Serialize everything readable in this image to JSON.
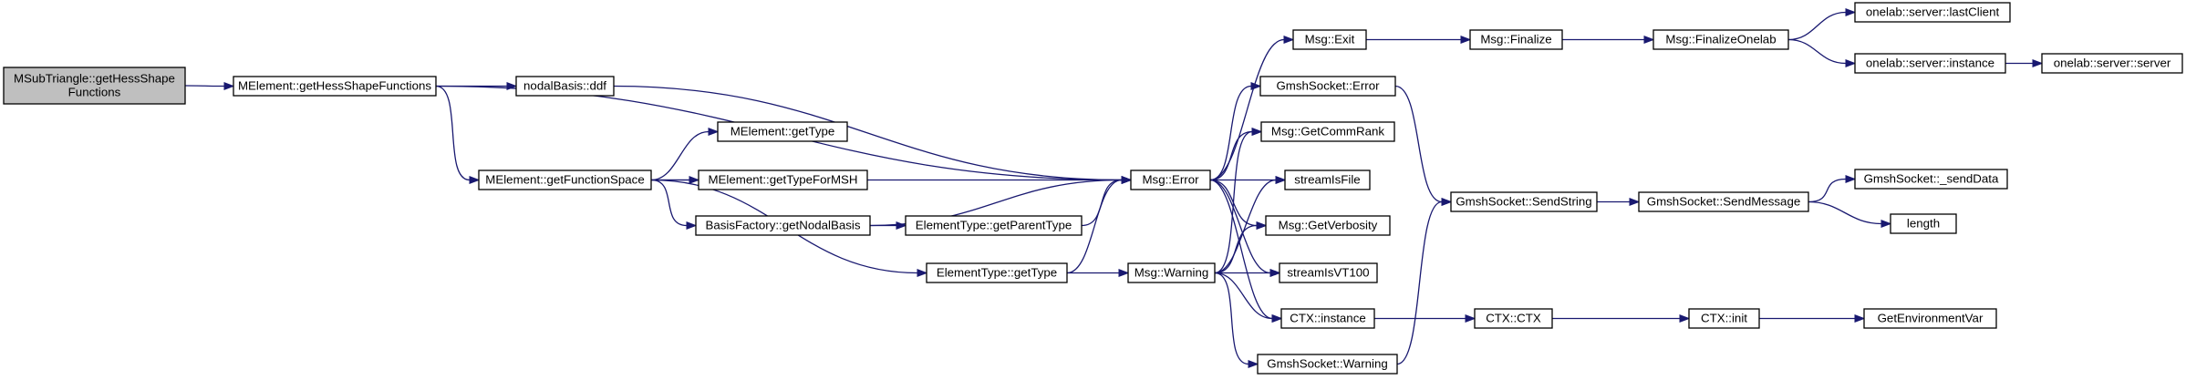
{
  "graph": {
    "colors": {
      "edge": "#191970",
      "node_fill": "#ffffff",
      "root_fill": "#bfbfbf",
      "border": "#000000"
    },
    "nodes": [
      {
        "id": "root",
        "lines": [
          "MSubTriangle::getHessShape",
          "Functions"
        ]
      },
      {
        "id": "melem_hess",
        "lines": [
          "MElement::getHessShapeFunctions"
        ]
      },
      {
        "id": "nodal_ddf",
        "lines": [
          "nodalBasis::ddf"
        ]
      },
      {
        "id": "melem_funcspace",
        "lines": [
          "MElement::getFunctionSpace"
        ]
      },
      {
        "id": "melem_gettype",
        "lines": [
          "MElement::getType"
        ]
      },
      {
        "id": "melem_gettypeformsh",
        "lines": [
          "MElement::getTypeForMSH"
        ]
      },
      {
        "id": "basis_getnodal",
        "lines": [
          "BasisFactory::getNodalBasis"
        ]
      },
      {
        "id": "elemtype_parent",
        "lines": [
          "ElementType::getParentType"
        ]
      },
      {
        "id": "elemtype_gettype",
        "lines": [
          "ElementType::getType"
        ]
      },
      {
        "id": "msg_error",
        "lines": [
          "Msg::Error"
        ]
      },
      {
        "id": "msg_warning",
        "lines": [
          "Msg::Warning"
        ]
      },
      {
        "id": "msg_exit",
        "lines": [
          "Msg::Exit"
        ]
      },
      {
        "id": "gsock_error",
        "lines": [
          "GmshSocket::Error"
        ]
      },
      {
        "id": "msg_commrank",
        "lines": [
          "Msg::GetCommRank"
        ]
      },
      {
        "id": "stream_isfile",
        "lines": [
          "streamIsFile"
        ]
      },
      {
        "id": "msg_verbosity",
        "lines": [
          "Msg::GetVerbosity"
        ]
      },
      {
        "id": "stream_vt100",
        "lines": [
          "streamIsVT100"
        ]
      },
      {
        "id": "ctx_instance",
        "lines": [
          "CTX::instance"
        ]
      },
      {
        "id": "gsock_warning",
        "lines": [
          "GmshSocket::Warning"
        ]
      },
      {
        "id": "msg_finalize",
        "lines": [
          "Msg::Finalize"
        ]
      },
      {
        "id": "msg_finalizeonelab",
        "lines": [
          "Msg::FinalizeOnelab"
        ]
      },
      {
        "id": "onelab_lastclient",
        "lines": [
          "onelab::server::lastClient"
        ]
      },
      {
        "id": "onelab_instance",
        "lines": [
          "onelab::server::instance"
        ]
      },
      {
        "id": "onelab_server",
        "lines": [
          "onelab::server::server"
        ]
      },
      {
        "id": "gsock_sendstring",
        "lines": [
          "GmshSocket::SendString"
        ]
      },
      {
        "id": "gsock_sendmessage",
        "lines": [
          "GmshSocket::SendMessage"
        ]
      },
      {
        "id": "gsock_senddata",
        "lines": [
          "GmshSocket::_sendData"
        ]
      },
      {
        "id": "length",
        "lines": [
          "length"
        ]
      },
      {
        "id": "ctx_ctx",
        "lines": [
          "CTX::CTX"
        ]
      },
      {
        "id": "ctx_init",
        "lines": [
          "CTX::init"
        ]
      },
      {
        "id": "getenvvar",
        "lines": [
          "GetEnvironmentVar"
        ]
      }
    ],
    "edges": [
      [
        "root",
        "melem_hess"
      ],
      [
        "melem_hess",
        "nodal_ddf"
      ],
      [
        "melem_hess",
        "melem_funcspace"
      ],
      [
        "melem_hess",
        "msg_error"
      ],
      [
        "nodal_ddf",
        "msg_error"
      ],
      [
        "melem_funcspace",
        "melem_gettype"
      ],
      [
        "melem_funcspace",
        "melem_gettypeformsh"
      ],
      [
        "melem_funcspace",
        "basis_getnodal"
      ],
      [
        "melem_funcspace",
        "elemtype_gettype"
      ],
      [
        "melem_funcspace",
        "msg_error"
      ],
      [
        "basis_getnodal",
        "elemtype_parent"
      ],
      [
        "basis_getnodal",
        "msg_error"
      ],
      [
        "elemtype_parent",
        "msg_error"
      ],
      [
        "elemtype_gettype",
        "msg_error"
      ],
      [
        "elemtype_gettype",
        "msg_warning"
      ],
      [
        "msg_error",
        "msg_exit"
      ],
      [
        "msg_error",
        "gsock_error"
      ],
      [
        "msg_error",
        "msg_commrank"
      ],
      [
        "msg_error",
        "stream_isfile"
      ],
      [
        "msg_error",
        "msg_verbosity"
      ],
      [
        "msg_error",
        "stream_vt100"
      ],
      [
        "msg_error",
        "ctx_instance"
      ],
      [
        "msg_warning",
        "msg_commrank"
      ],
      [
        "msg_warning",
        "stream_isfile"
      ],
      [
        "msg_warning",
        "msg_verbosity"
      ],
      [
        "msg_warning",
        "stream_vt100"
      ],
      [
        "msg_warning",
        "ctx_instance"
      ],
      [
        "msg_warning",
        "gsock_warning"
      ],
      [
        "msg_exit",
        "msg_finalize"
      ],
      [
        "msg_finalize",
        "msg_finalizeonelab"
      ],
      [
        "msg_finalizeonelab",
        "onelab_lastclient"
      ],
      [
        "msg_finalizeonelab",
        "onelab_instance"
      ],
      [
        "onelab_instance",
        "onelab_server"
      ],
      [
        "gsock_error",
        "gsock_sendstring"
      ],
      [
        "gsock_warning",
        "gsock_sendstring"
      ],
      [
        "gsock_sendstring",
        "gsock_sendmessage"
      ],
      [
        "gsock_sendmessage",
        "gsock_senddata"
      ],
      [
        "gsock_sendmessage",
        "length"
      ],
      [
        "ctx_instance",
        "ctx_ctx"
      ],
      [
        "ctx_ctx",
        "ctx_init"
      ],
      [
        "ctx_init",
        "getenvvar"
      ]
    ]
  }
}
